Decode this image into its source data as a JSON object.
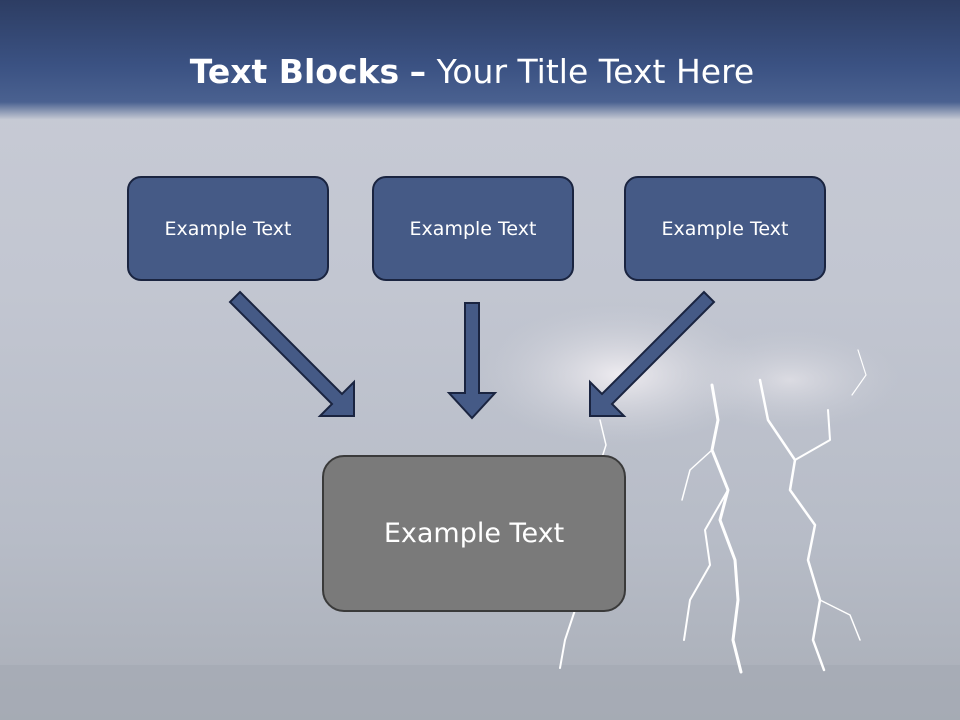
{
  "title": {
    "bold": "Text Blocks",
    "dash": "–",
    "rest": "Your Title Text Here"
  },
  "blocks": {
    "left": "Example Text",
    "center": "Example Text",
    "right": "Example Text",
    "main": "Example Text"
  },
  "colors": {
    "title_band": "#3b5283",
    "block_fill": "#455a86",
    "block_border": "#1a2440",
    "main_fill": "#7a7a7a",
    "arrow_fill": "#455a86"
  }
}
